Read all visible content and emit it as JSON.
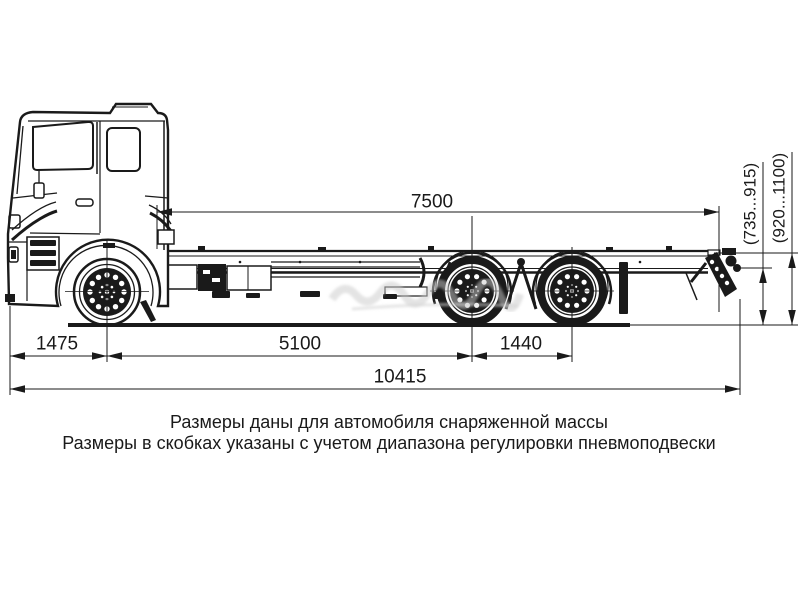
{
  "dimensions": {
    "frame_length": "7500",
    "front_overhang": "1475",
    "wheelbase": "5100",
    "rear_axle_spacing": "1440",
    "overall_length": "10415",
    "rear_height_lower_range": "(735...915)",
    "rear_height_upper_range": "(920...1100)"
  },
  "notes": {
    "line1": "Размеры даны для автомобиля снаряженной массы",
    "line2": "Размеры в скобках указаны с учетом диапазона регулировки пневмоподвески"
  },
  "colors": {
    "line": "#1a1a1a",
    "background": "#ffffff",
    "watermark": "#c9c9c9"
  }
}
